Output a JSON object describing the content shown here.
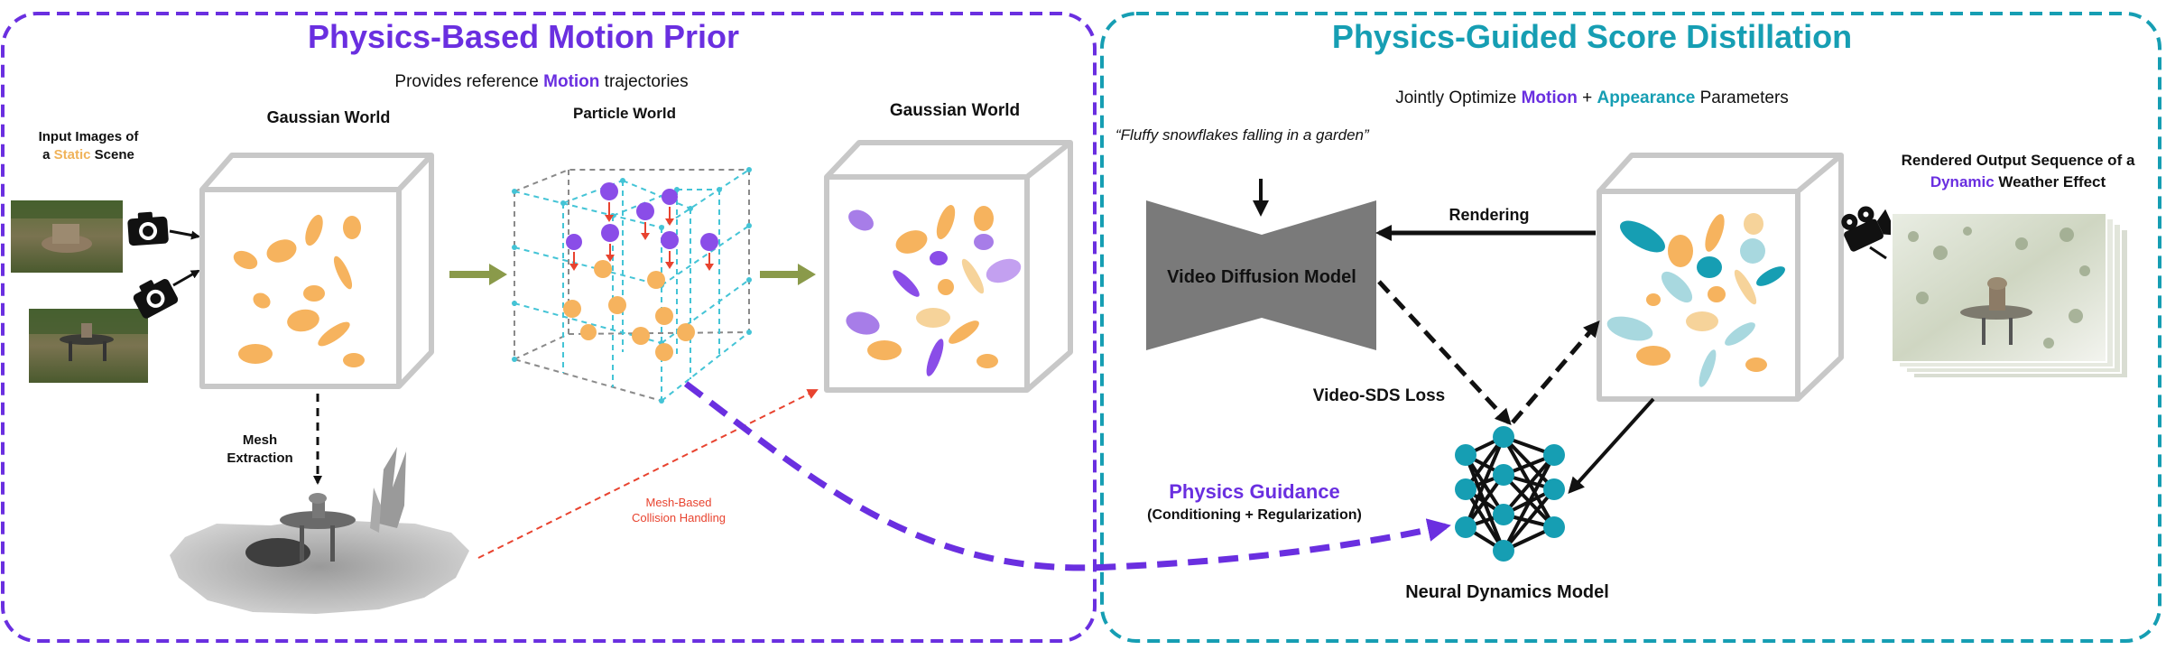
{
  "left_panel": {
    "title": "Physics-Based Motion Prior",
    "subtitle": {
      "pre": "Provides reference ",
      "highlight": "Motion",
      "post": " trajectories"
    },
    "input_label": {
      "line1": "Input Images of",
      "line2_pre": "a ",
      "line2_highlight": "Static",
      "line2_post": " Scene"
    },
    "gaussian_world_1": "Gaussian World",
    "particle_world": "Particle World",
    "gaussian_world_2": "Gaussian World",
    "mesh_extraction": {
      "line1": "Mesh",
      "line2": "Extraction"
    },
    "collision": {
      "line1": "Mesh-Based",
      "line2": "Collision Handling"
    }
  },
  "right_panel": {
    "title": "Physics-Guided Score Distillation",
    "subtitle": {
      "pre": "Jointly Optimize ",
      "motion": "Motion",
      "plus": " + ",
      "appearance": "Appearance",
      "post": " Parameters"
    },
    "prompt": "“Fluffy snowflakes falling in a garden”",
    "video_diffusion_model": "Video Diffusion Model",
    "rendering": "Rendering",
    "video_sds_loss": "Video-SDS Loss",
    "physics_guidance": "Physics Guidance",
    "conditioning": "(Conditioning + Regularization)",
    "neural_dynamics_model": "Neural Dynamics Model",
    "output_label": {
      "line1": "Rendered  Output Sequence of a",
      "line2_highlight": "Dynamic",
      "line2_post": " Weather Effect"
    }
  },
  "colors": {
    "left_border": "#6a2fe0",
    "right_border": "#169eb3",
    "orange": "#f6b35e",
    "purple": "#8a4de8",
    "teal": "#169eb3",
    "light_teal": "#a8d8df",
    "olive_arrow": "#8a9a4a",
    "grey_box": "#c8c8c8",
    "dark_grey": "#7a7a7a"
  },
  "icons": [
    "camera-icon",
    "camera-icon",
    "video-camera-icon"
  ]
}
